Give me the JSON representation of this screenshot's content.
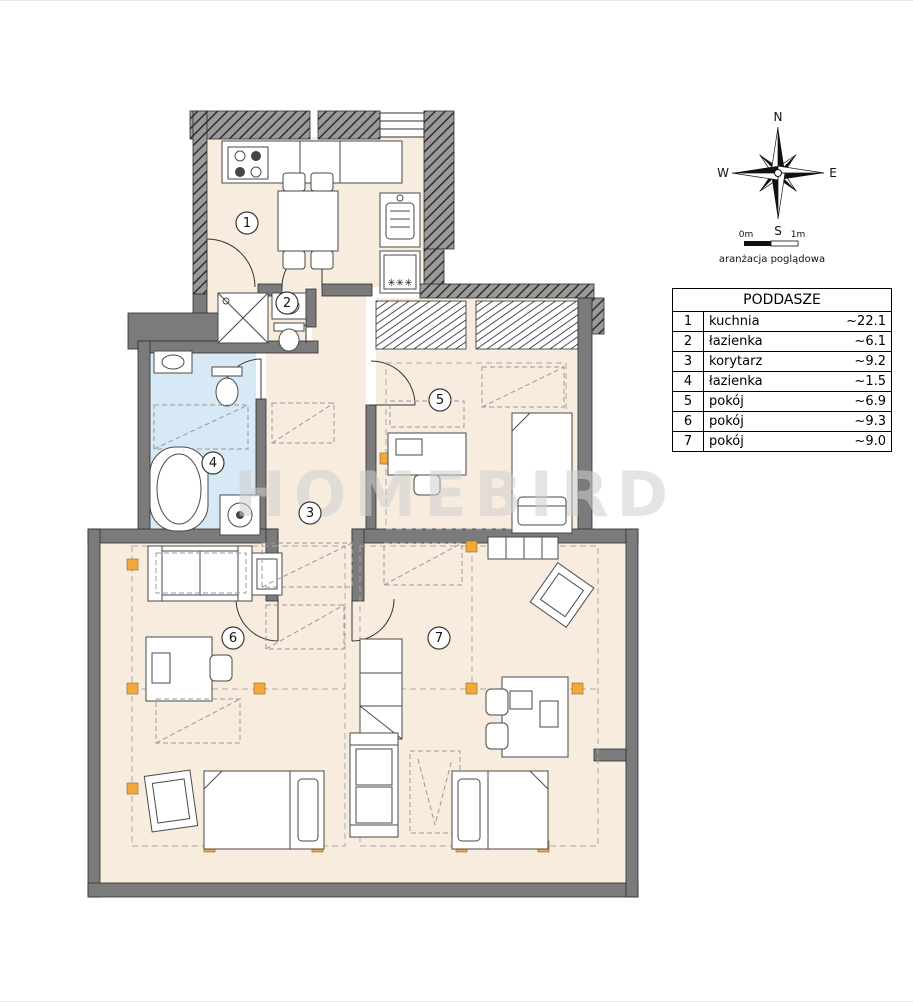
{
  "watermark": {
    "text": "HOMEBIRD"
  },
  "compass": {
    "n": "N",
    "e": "E",
    "s": "S",
    "w": "W"
  },
  "scalebar": {
    "start": "0m",
    "end": "1m",
    "caption": "aranżacja poglądowa"
  },
  "legend": {
    "title": "PODDASZE",
    "rows": [
      {
        "num": "1",
        "name": "kuchnia",
        "area": "~22.1"
      },
      {
        "num": "2",
        "name": "łazienka",
        "area": "~6.1"
      },
      {
        "num": "3",
        "name": "korytarz",
        "area": "~9.2"
      },
      {
        "num": "4",
        "name": "łazienka",
        "area": "~1.5"
      },
      {
        "num": "5",
        "name": "pokój",
        "area": "~6.9"
      },
      {
        "num": "6",
        "name": "pokój",
        "area": "~9.3"
      },
      {
        "num": "7",
        "name": "pokój",
        "area": "~9.0"
      }
    ]
  },
  "plan": {
    "freezer_marks": "✳✳✳",
    "colors": {
      "floor": "#f8ecdf",
      "bath_floor": "#d6e9f5",
      "wall": "#7b7b7b",
      "accent": "#f2a93b",
      "watermark": "#cfcfcf"
    }
  }
}
